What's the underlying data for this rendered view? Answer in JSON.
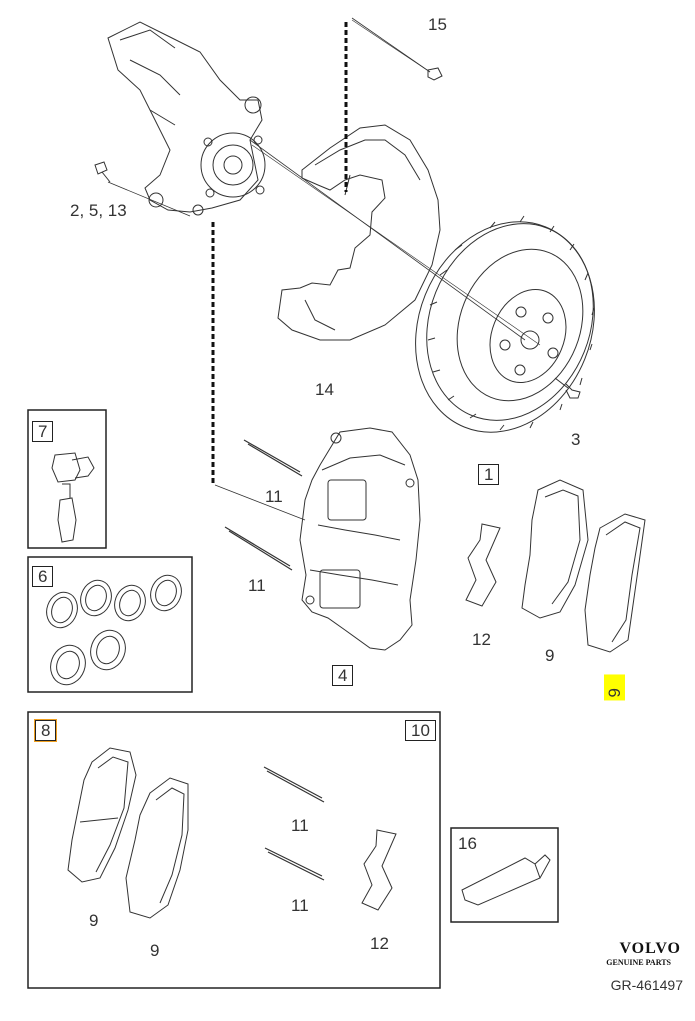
{
  "callouts": {
    "c15": "15",
    "c2513": "2, 5, 13",
    "c14": "14",
    "c3": "3",
    "c1": "1",
    "c7": "7",
    "c6": "6",
    "c11a": "11",
    "c11b": "11",
    "c4": "4",
    "c12a": "12",
    "c9a": "9",
    "c9b": "9",
    "c8": "8",
    "c10": "10",
    "c11c": "11",
    "c11d": "11",
    "c12b": "12",
    "c9c": "9",
    "c9d": "9",
    "c16": "16"
  },
  "highlight_color": "#ffff00",
  "brand": {
    "logo": "VOLVO",
    "sub": "GENUINE PARTS"
  },
  "reference": "GR-461497"
}
